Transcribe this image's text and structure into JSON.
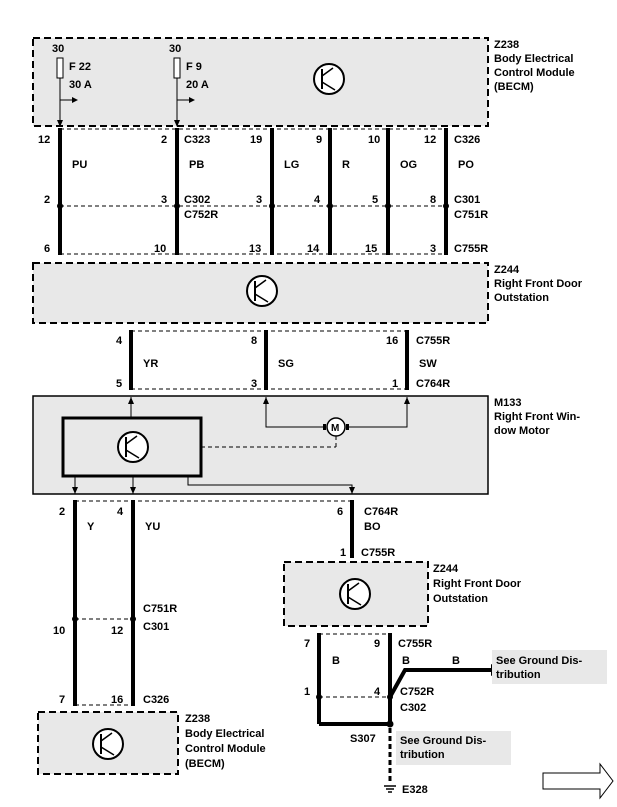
{
  "modules": {
    "becm_top": {
      "code": "Z238",
      "line1": "Body Electrical",
      "line2": "Control Module",
      "line3": "(BECM)"
    },
    "outstation_top": {
      "code": "Z244",
      "line1": "Right Front Door",
      "line2": "Outstation"
    },
    "motor": {
      "code": "M133",
      "line1": "Right Front Win-",
      "line2": "dow Motor"
    },
    "outstation_bottom": {
      "code": "Z244",
      "line1": "Right Front Door",
      "line2": "Outstation"
    },
    "becm_bottom": {
      "code": "Z238",
      "line1": "Body Electrical",
      "line2": "Control Module",
      "line3": "(BECM)"
    }
  },
  "fuses": {
    "f22": {
      "supply": "30",
      "name": "F 22",
      "rating": "30 A"
    },
    "f9": {
      "supply": "30",
      "name": "F 9",
      "rating": "20 A"
    }
  },
  "wires_top": [
    {
      "color": "PU",
      "pin_top": "12",
      "pin_mid": "2",
      "pin_bottom": "6"
    },
    {
      "color": "PB",
      "pin_top": "2",
      "pin_mid": "3",
      "pin_bottom": "10"
    },
    {
      "color": "LG",
      "pin_top": "19",
      "pin_mid": "3",
      "pin_bottom": "13"
    },
    {
      "color": "R",
      "pin_top": "9",
      "pin_mid": "4",
      "pin_bottom": "14"
    },
    {
      "color": "OG",
      "pin_top": "10",
      "pin_mid": "5",
      "pin_bottom": "15"
    },
    {
      "color": "PO",
      "pin_top": "12",
      "pin_mid": "8",
      "pin_bottom": "3"
    }
  ],
  "connectors": {
    "c323": "C323",
    "c326": "C326",
    "c302": "C302",
    "c752r": "C752R",
    "c301": "C301",
    "c751r": "C751R",
    "c755r": "C755R",
    "c764r": "C764R",
    "c751r_b": "C751R",
    "c301_b": "C301",
    "c326_b": "C326",
    "c755r_b": "C755R",
    "c755r_c": "C755R",
    "c752r_b": "C752R",
    "c302_b": "C302"
  },
  "motor_wires": [
    {
      "color": "YR",
      "pin_top": "4",
      "pin_bottom": "5"
    },
    {
      "color": "SG",
      "pin_top": "8",
      "pin_bottom": "3"
    },
    {
      "color": "SW",
      "pin_top": "16",
      "pin_bottom": "1"
    }
  ],
  "lower_wires": {
    "y": {
      "color": "Y",
      "pin_top": "2",
      "pin_mid": "10",
      "pin_bottom": "7"
    },
    "yu": {
      "color": "YU",
      "pin_top": "4",
      "pin_mid": "12",
      "pin_bottom": "16"
    },
    "bo": {
      "color": "BO",
      "pin_top": "6",
      "pin_bottom": "1"
    }
  },
  "ground": {
    "b1": "B",
    "b2": "B",
    "b3": "B",
    "pin7": "7",
    "pin9": "9",
    "pin1": "1",
    "pin4": "4",
    "splice": "S307",
    "earth": "E328",
    "see1_line1": "See Ground Dis-",
    "see1_line2": "tribution",
    "see2_line1": "See Ground Dis-",
    "see2_line2": "tribution"
  },
  "motor_symbol": "M"
}
